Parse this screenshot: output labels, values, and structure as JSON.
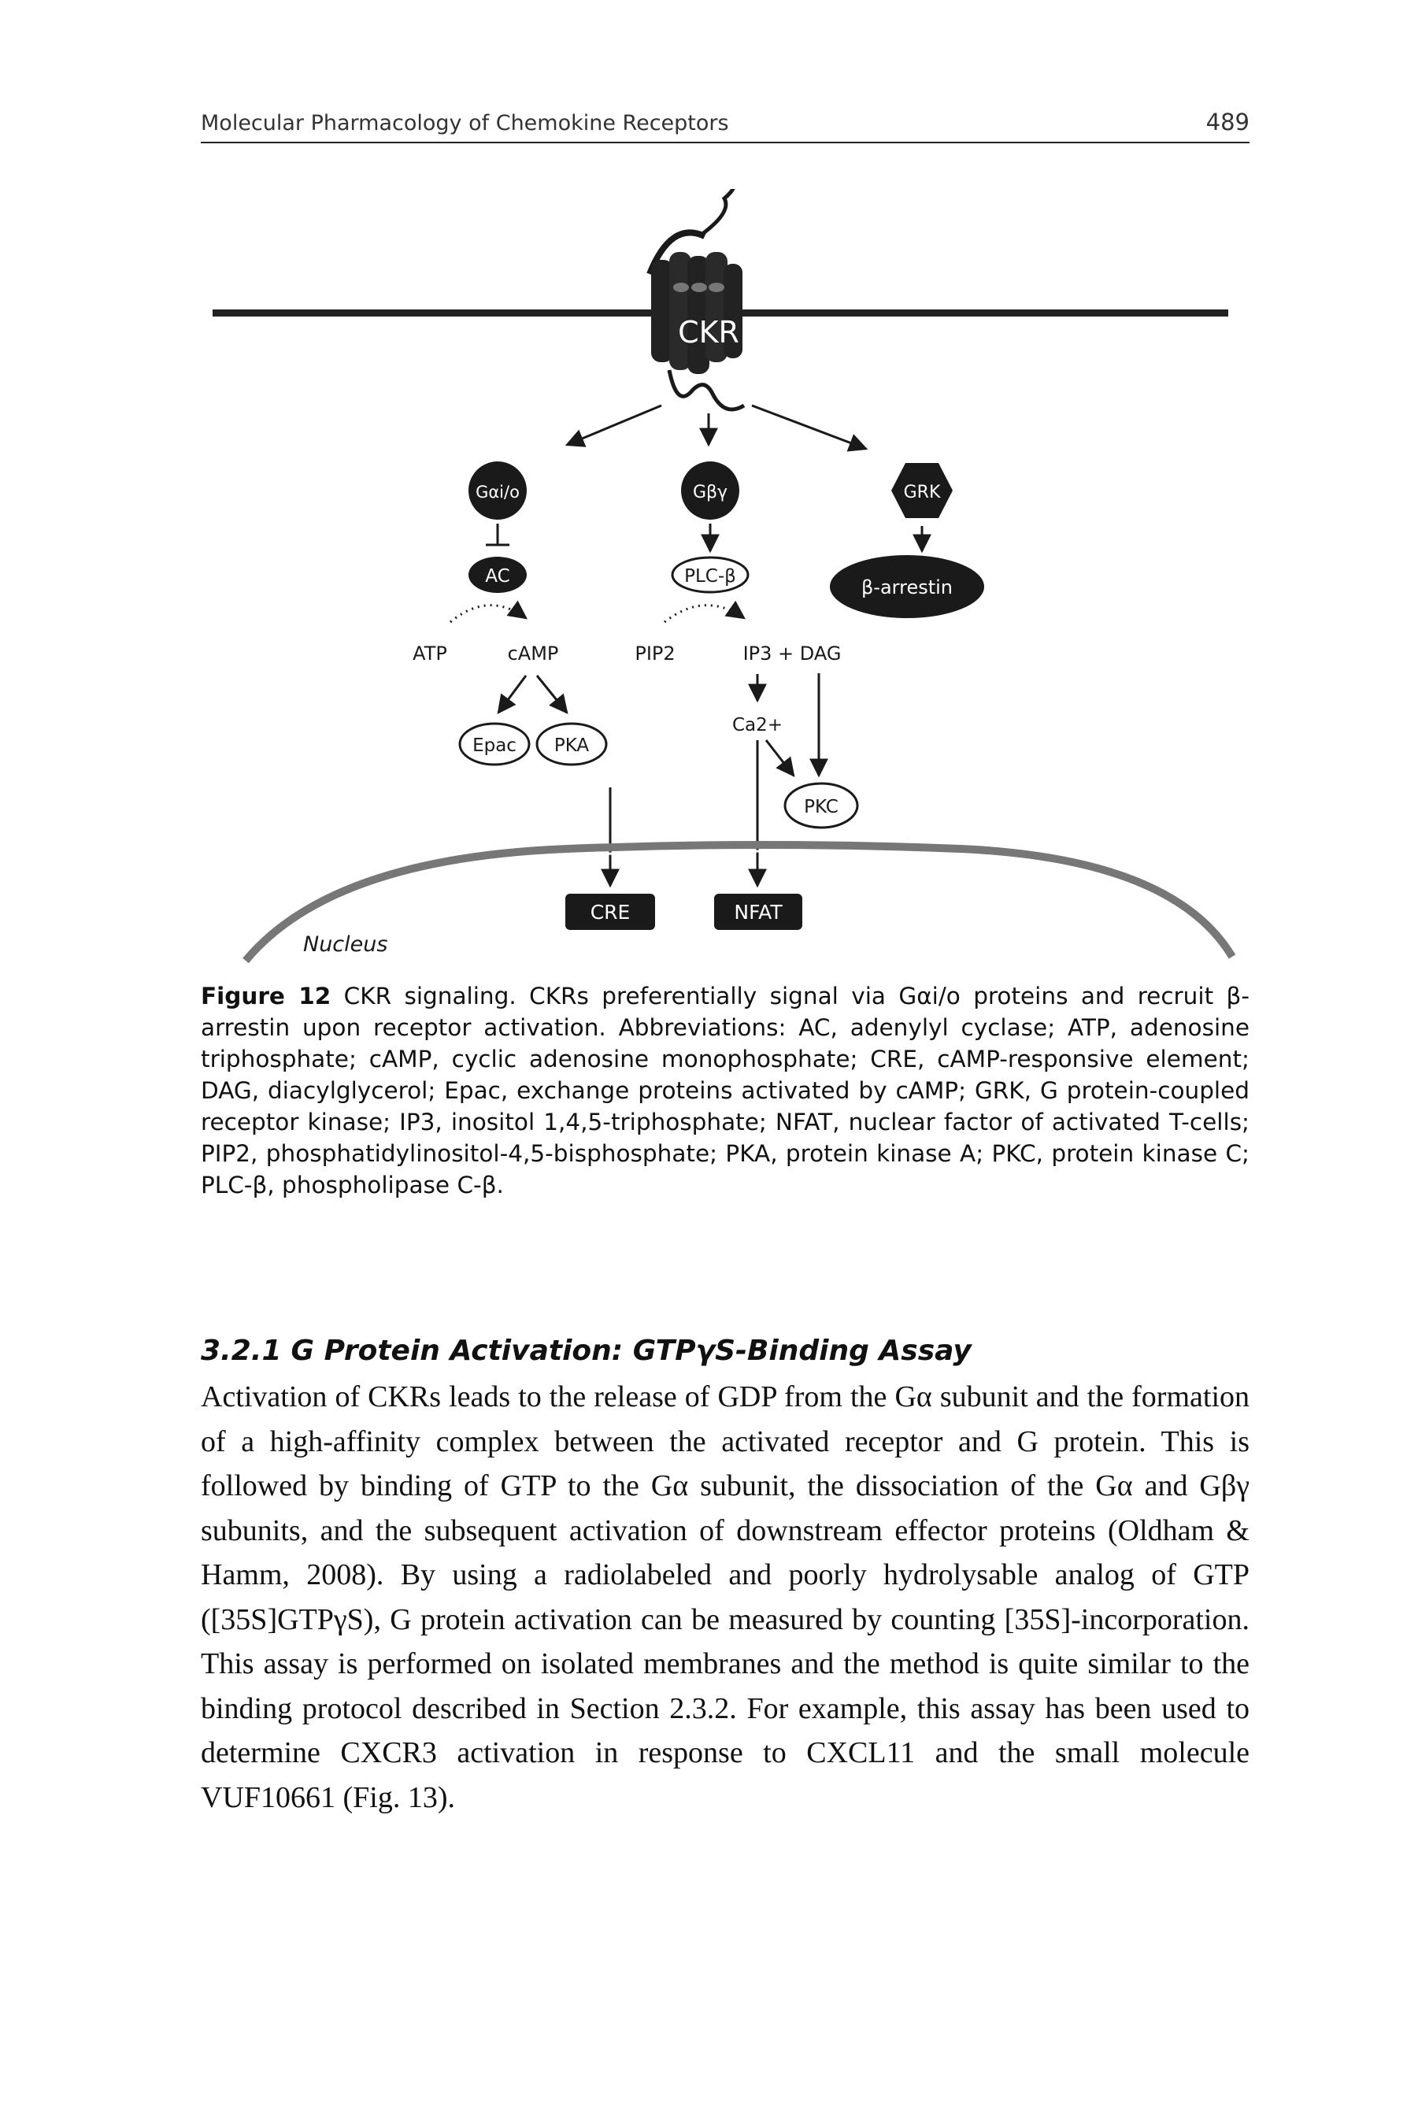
{
  "header": {
    "running_title": "Molecular Pharmacology of Chemokine Receptors",
    "page_number": "489"
  },
  "figure": {
    "receptor_label": "CKR",
    "gai_label": "Gαi/o",
    "gby_label": "Gβγ",
    "grk_label": "GRK",
    "ac_label": "AC",
    "plc_label": "PLC-β",
    "arrestin_label": "β-arrestin",
    "atp_label": "ATP",
    "camp_label": "cAMP",
    "pip2_label": "PIP2",
    "ip3_dag_label": "IP3 + DAG",
    "ca_label": "Ca2+",
    "epac_label": "Epac",
    "pka_label": "PKA",
    "pkc_label": "PKC",
    "cre_label": "CRE",
    "nfat_label": "NFAT",
    "nucleus_label": "Nucleus",
    "colors": {
      "ink": "#1a1a1a",
      "grey": "#777777",
      "membrane": "#222222"
    }
  },
  "caption": {
    "label": "Figure 12",
    "text": "CKR signaling. CKRs preferentially signal via Gαi/o proteins and recruit β-arrestin upon receptor activation. Abbreviations: AC, adenylyl cyclase; ATP, adenosine triphosphate; cAMP, cyclic adenosine monophosphate; CRE, cAMP-responsive element; DAG, diacylglycerol; Epac, exchange proteins activated by cAMP; GRK, G protein-coupled receptor kinase; IP3, inositol 1,4,5-triphosphate; NFAT, nuclear factor of activated T-cells; PIP2, phosphatidylinositol-4,5-bisphosphate; PKA, protein kinase A; PKC, protein kinase C; PLC-β, phospholipase C-β."
  },
  "section": {
    "number": "3.2.1",
    "title": "G Protein Activation: GTPγS-Binding Assay"
  },
  "body": {
    "paragraph": "Activation of CKRs leads to the release of GDP from the Gα subunit and the formation of a high-affinity complex between the activated receptor and G protein. This is followed by binding of GTP to the Gα subunit, the dissociation of the Gα and Gβγ subunits, and the subsequent activation of downstream effector proteins (Oldham & Hamm, 2008). By using a radiolabeled and poorly hydrolysable analog of GTP ([35S]GTPγS), G protein activation can be measured by counting [35S]-incorporation. This assay is performed on isolated membranes and the method is quite similar to the binding protocol described in Section 2.3.2. For example, this assay has been used to determine CXCR3 activation in response to CXCL11 and the small molecule VUF10661 (Fig. 13)."
  }
}
